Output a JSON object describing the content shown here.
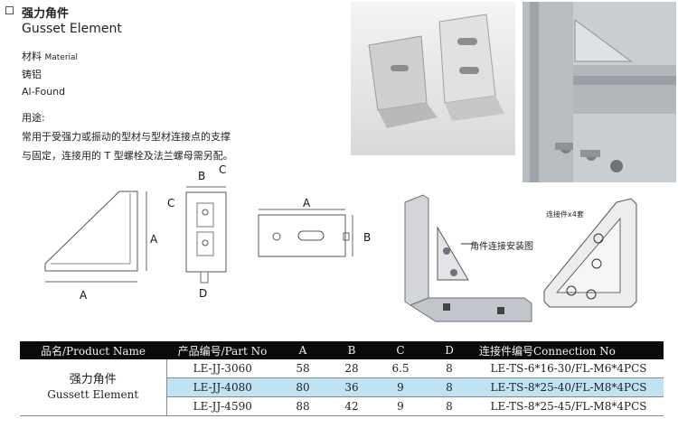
{
  "header": {
    "title_cn": "强力角件",
    "title_en": "Gusset Element",
    "material_cn": "材料",
    "material_en": "Material",
    "material_value_cn": "铸铝",
    "material_value_en": "Al-Found",
    "usage_label": "用途:",
    "usage_line1": "常用于受强力或振动的型材与型材连接点的支撑",
    "usage_line2": "与固定，连接用的 T 型螺栓及法兰螺母需另配。"
  },
  "drawings": {
    "side_A": "A",
    "side_A2": "A",
    "front_B": "B",
    "front_C1": "C",
    "front_C2": "C",
    "front_D": "D",
    "top_A": "A",
    "top_B": "B",
    "assembly_caption": "角件连接安装图",
    "fastener_caption": "连接件x4套"
  },
  "table": {
    "headers": [
      "品名/Product Name",
      "产品编号/Part No",
      "A",
      "B",
      "C",
      "D",
      "连接件编号Connection No"
    ],
    "product_cn": "强力角件",
    "product_en": "Gussett Element",
    "rows": [
      {
        "part": "LE-JJ-3060",
        "a": "58",
        "b": "28",
        "c": "6.5",
        "d": "8",
        "conn": "LE-TS-6*16-30/FL-M6*4PCS"
      },
      {
        "part": "LE-JJ-4080",
        "a": "80",
        "b": "36",
        "c": "9",
        "d": "8",
        "conn": "LE-TS-8*25-40/FL-M8*4PCS"
      },
      {
        "part": "LE-JJ-4590",
        "a": "88",
        "b": "42",
        "c": "9",
        "d": "8",
        "conn": "LE-TS-8*25-45/FL-M8*4PCS"
      }
    ],
    "highlight_color": "#bfe3f3"
  }
}
